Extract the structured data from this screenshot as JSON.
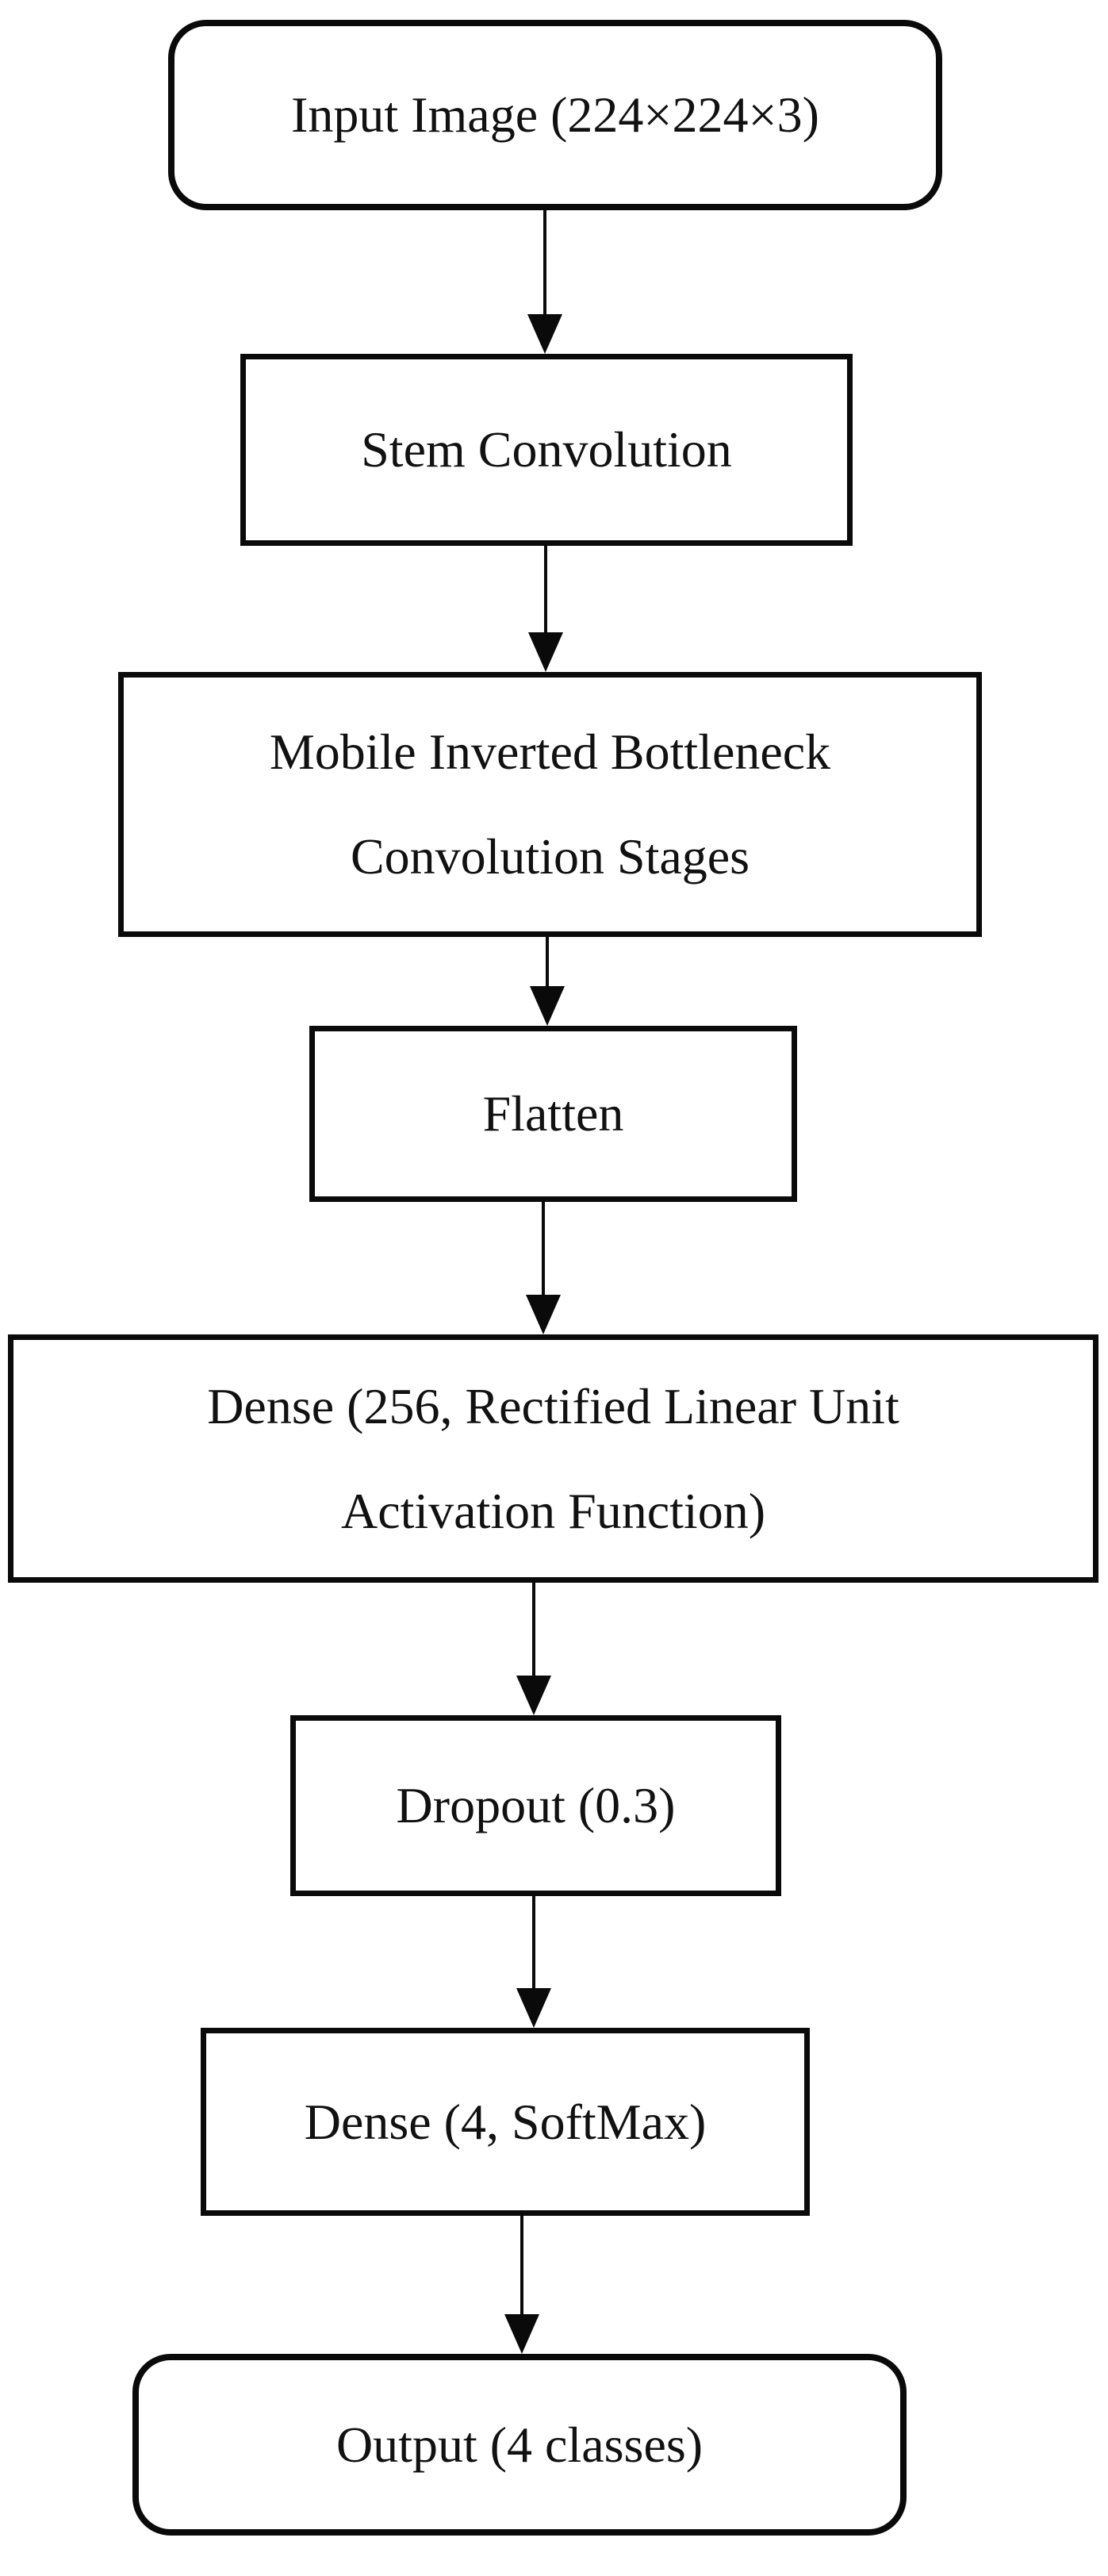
{
  "diagram": {
    "type": "flowchart",
    "direction": "top-to-bottom",
    "colors": {
      "stroke": "#0a0a0a",
      "fill": "#ffffff",
      "background": "#ffffff",
      "text": "#111111"
    },
    "nodes": [
      {
        "id": "input-image",
        "shape": "rounded",
        "label": "Input Image (224×224×3)",
        "lines": [
          "Input Image (224×224×3)"
        ]
      },
      {
        "id": "stem-convolution",
        "shape": "rect",
        "label": "Stem Convolution",
        "lines": [
          "Stem Convolution"
        ]
      },
      {
        "id": "mbconv-stages",
        "shape": "rect",
        "label": "Mobile Inverted Bottleneck Convolution Stages",
        "lines": [
          "Mobile Inverted Bottleneck",
          "Convolution Stages"
        ]
      },
      {
        "id": "flatten",
        "shape": "rect",
        "label": "Flatten",
        "lines": [
          "Flatten"
        ]
      },
      {
        "id": "dense-256",
        "shape": "rect",
        "label": "Dense (256, Rectified Linear Unit Activation Function)",
        "lines": [
          "Dense (256, Rectified Linear Unit",
          "Activation Function)"
        ]
      },
      {
        "id": "dropout",
        "shape": "rect",
        "label": "Dropout (0.3)",
        "lines": [
          "Dropout (0.3)"
        ]
      },
      {
        "id": "dense-4",
        "shape": "rect",
        "label": "Dense (4, SoftMax)",
        "lines": [
          "Dense (4, SoftMax)"
        ]
      },
      {
        "id": "output",
        "shape": "rounded",
        "label": "Output (4 classes)",
        "lines": [
          "Output (4 classes)"
        ]
      }
    ],
    "edges": [
      {
        "from": "input-image",
        "to": "stem-convolution"
      },
      {
        "from": "stem-convolution",
        "to": "mbconv-stages"
      },
      {
        "from": "mbconv-stages",
        "to": "flatten"
      },
      {
        "from": "flatten",
        "to": "dense-256"
      },
      {
        "from": "dense-256",
        "to": "dropout"
      },
      {
        "from": "dropout",
        "to": "dense-4"
      },
      {
        "from": "dense-4",
        "to": "output"
      }
    ]
  }
}
